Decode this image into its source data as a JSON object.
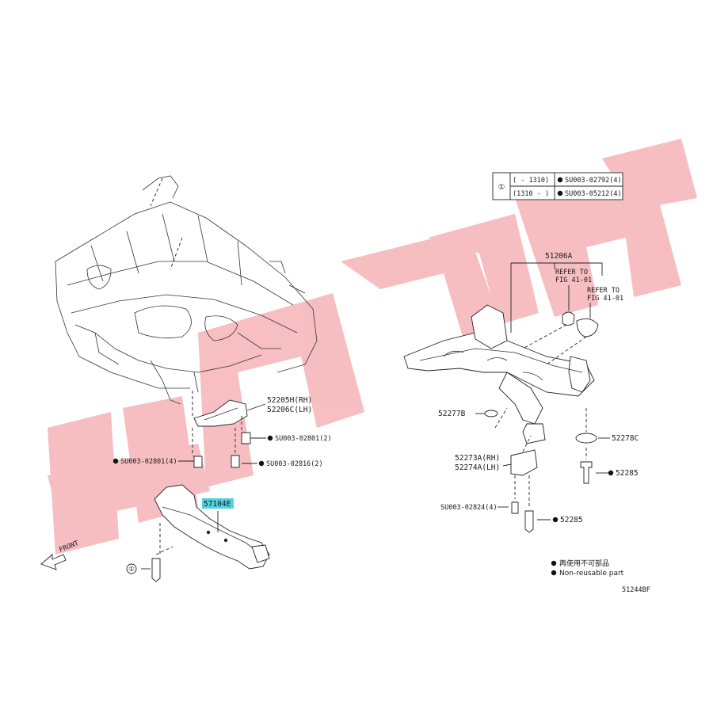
{
  "watermark": {
    "color": "#f08a8f",
    "opacity": 0.55
  },
  "highlight_color": "#53d1e0",
  "table": {
    "ref_symbol": "①",
    "rows": [
      {
        "range": "(   - 1310)",
        "part": "SU003-02792(4)"
      },
      {
        "range": "(1310 -   )",
        "part": "SU003-05212(4)"
      }
    ]
  },
  "labels": {
    "p51206a": "51206A",
    "refer1_a": "REFER TO",
    "refer1_b": "FIG 41-01",
    "refer2_a": "REFER TO",
    "refer2_b": "FIG 41-01",
    "p52205h": "52205H(RH)",
    "p52206c": "52206C(LH)",
    "su02801a": "SU003-02801(2)",
    "su02801b": "SU003-02801(4)",
    "su02816": "SU003-02816(2)",
    "p57104e": "57104E",
    "p52277b": "52277B",
    "p52278c": "52278C",
    "p52273a": "52273A(RH)",
    "p52274a": "52274A(LH)",
    "p52285a": "52285",
    "p52285b": "52285",
    "su02824": "SU003-02824(4)",
    "front": "FRONT",
    "ref1": "①"
  },
  "legend": {
    "line1": "再使用不可部品",
    "line2": "Non-reusable part"
  },
  "figure_code": "51244BF"
}
